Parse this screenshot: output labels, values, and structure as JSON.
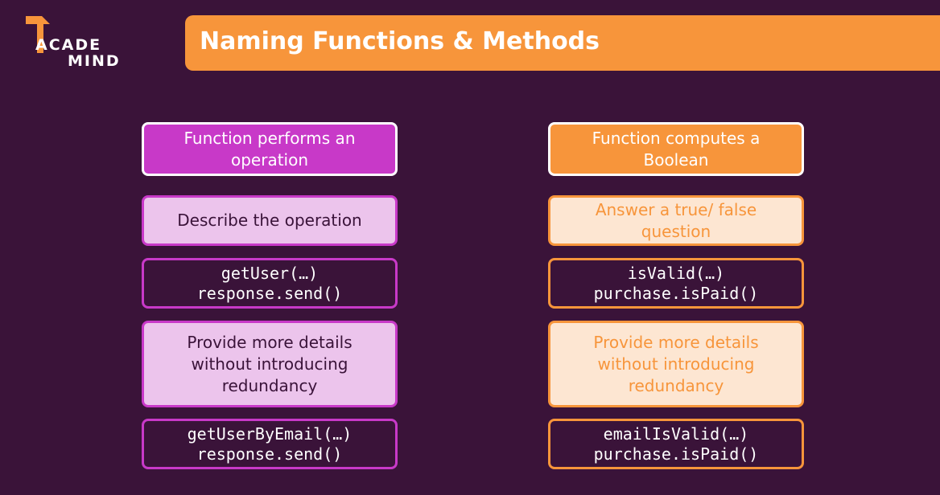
{
  "logo": {
    "line1": "ACADE",
    "line2": "MIND"
  },
  "title": "Naming Functions & Methods",
  "colors": {
    "background": "#3a1339",
    "accent_orange": "#f7953b",
    "accent_magenta": "#c839c8",
    "light_magenta": "#ecc4ec",
    "light_orange": "#fde6d2"
  },
  "left": {
    "heading": "Function performs an\noperation",
    "rule1": "Describe the operation",
    "example1": "getUser(…)\nresponse.send()",
    "rule2": "Provide more details\nwithout introducing\nredundancy",
    "example2": "getUserByEmail(…)\nresponse.send()"
  },
  "right": {
    "heading": "Function computes a\nBoolean",
    "rule1": "Answer a true/ false\nquestion",
    "example1": "isValid(…)\npurchase.isPaid()",
    "rule2": "Provide more details\nwithout introducing\nredundancy",
    "example2": "emailIsValid(…)\npurchase.isPaid()"
  }
}
